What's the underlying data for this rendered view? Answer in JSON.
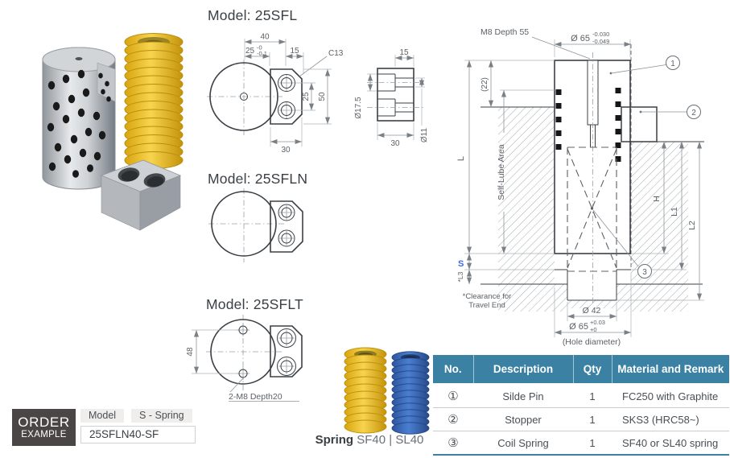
{
  "models": {
    "sfl": "Model: 25SFL",
    "sfln": "Model: 25SFLN",
    "sflt": "Model: 25SFLT"
  },
  "d_sfl": {
    "w40": "40",
    "w25": "25",
    "t0": "-0",
    "t01": "-0.1",
    "w15": "15",
    "c13": "C13",
    "h25": "25",
    "h50": "50",
    "w30": "30"
  },
  "d_side": {
    "t15": "15",
    "d175": "Ø17.5",
    "b30": "30",
    "d11": "Ø11"
  },
  "d_sflt": {
    "h48": "48",
    "note": "2-M8 Depth20"
  },
  "xs": {
    "m8": "M8 Depth 55",
    "d65": "Ø 65",
    "d65tu": "-0.030",
    "d65tl": "-0.049",
    "h22": "(22)",
    "L": "L",
    "lube": "Self-Lube Area",
    "S": "S",
    "L3": "*L3",
    "clr1": "*Clearance for",
    "clr2": "Travel End",
    "H": "H",
    "L1": "L1",
    "L2": "L2",
    "d42": "Ø 42",
    "d65b": "Ø 65",
    "d65btu": "+0.03",
    "d65btl": "+0",
    "hole": "(Hole diameter)",
    "c1": "1",
    "c2": "2",
    "c3": "3"
  },
  "spring_caption": {
    "label": "Spring",
    "models": "SF40 | SL40"
  },
  "order": {
    "title1": "ORDER",
    "title2": "EXAMPLE",
    "model": "Model",
    "spring": "S - Spring",
    "code": "25SFLN40-SF"
  },
  "table": {
    "headers": [
      "No.",
      "Description",
      "Qty",
      "Material and Remark"
    ],
    "rows": [
      {
        "no": "①",
        "desc": "Silde Pin",
        "qty": "1",
        "mat": "FC250 with Graphite"
      },
      {
        "no": "②",
        "desc": "Stopper",
        "qty": "1",
        "mat": "SKS3 (HRC58~)"
      },
      {
        "no": "③",
        "desc": "Coil Spring",
        "qty": "1",
        "mat": "SF40 or SL40 spring"
      }
    ]
  },
  "colors": {
    "table_header": "#3a81a3",
    "accent_blue": "#3f6ad8",
    "spring_yellow": "#f2c31f",
    "spring_blue": "#3c6cc0"
  }
}
